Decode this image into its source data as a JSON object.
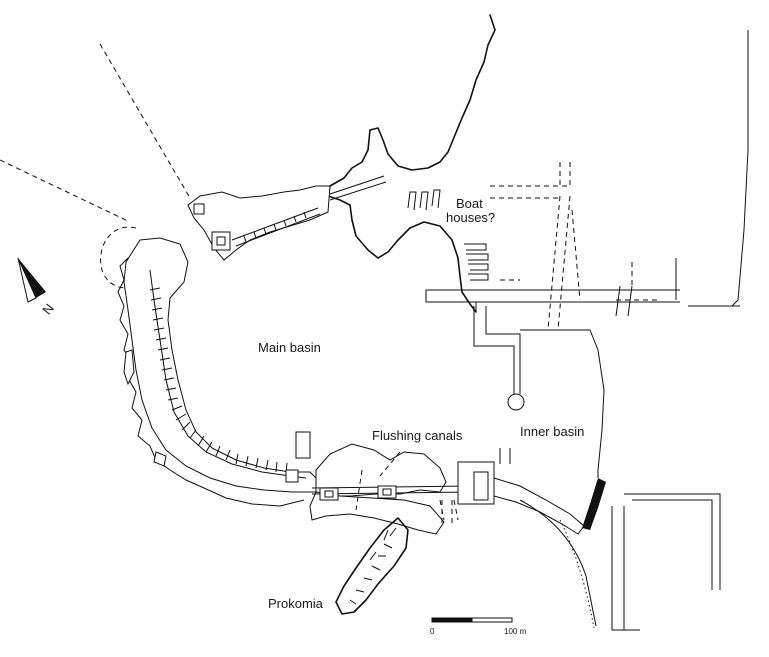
{
  "labels": {
    "main_basin": "Main basin",
    "boat_houses_1": "Boat",
    "boat_houses_2": "houses?",
    "flushing_canals": "Flushing canals",
    "inner_basin": "Inner basin",
    "prokomia": "Prokomia"
  },
  "north_arrow": {
    "label": "N",
    "icon": "north-arrow-icon"
  },
  "scale_bar": {
    "start_label": "0",
    "end_label": "100 m"
  }
}
